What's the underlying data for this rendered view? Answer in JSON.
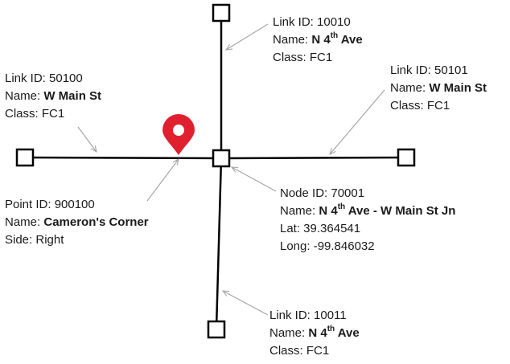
{
  "links": {
    "north": {
      "id_label": "Link ID: 10010",
      "name_prefix": "Name: ",
      "name_num": "N 4",
      "name_sup": "th",
      "name_suffix": " Ave",
      "class_label": "Class: FC1"
    },
    "west": {
      "id_label": "Link ID: 50100",
      "name_prefix": "Name: ",
      "name": "W Main St",
      "class_label": "Class: FC1"
    },
    "east": {
      "id_label": "Link ID: 50101",
      "name_prefix": "Name: ",
      "name": "W Main St",
      "class_label": "Class: FC1"
    },
    "south": {
      "id_label": "Link ID: 10011",
      "name_prefix": "Name: ",
      "name_num": "N 4",
      "name_sup": "th",
      "name_suffix": " Ave",
      "class_label": "Class: FC1"
    }
  },
  "node": {
    "id_label": "Node ID: 70001",
    "name_prefix": "Name: ",
    "name_num": "N 4",
    "name_sup": "th",
    "name_suffix": " Ave - W Main St Jn",
    "lat_label": "Lat: 39.364541",
    "long_label": "Long: -99.846032"
  },
  "point": {
    "id_label": "Point ID: 900100",
    "name_prefix": "Name: ",
    "name": "Cameron's Corner",
    "side_label": "Side: Right"
  },
  "colors": {
    "line": "#000000",
    "pin": "#e0202e",
    "pointer": "#a6a6a6"
  },
  "icons": {
    "point_marker": "map-pin-icon"
  }
}
